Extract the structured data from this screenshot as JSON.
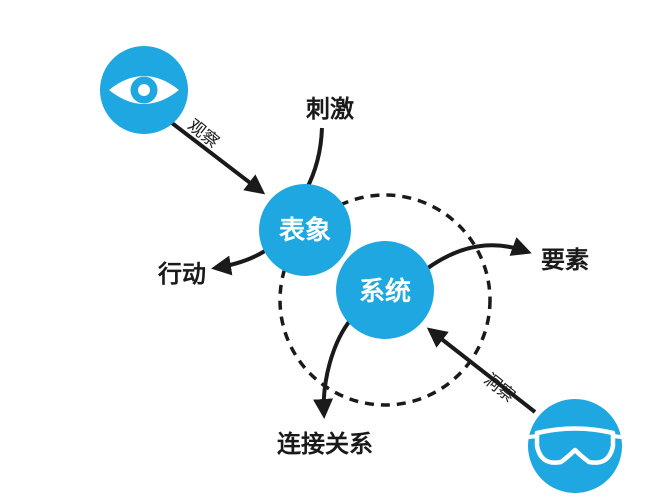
{
  "colors": {
    "node": "#1ea7e0",
    "line": "#1a1a1a",
    "background": "#ffffff"
  },
  "nodes": {
    "appearance": "表象",
    "system": "系统"
  },
  "terms": {
    "stimulus": "刺激",
    "action": "行动",
    "elements": "要素",
    "connections": "连接关系"
  },
  "edge_labels": {
    "observe": "观察",
    "insight": "洞察"
  },
  "icons": {
    "eye": "eye-icon",
    "goggles": "goggles-icon"
  }
}
